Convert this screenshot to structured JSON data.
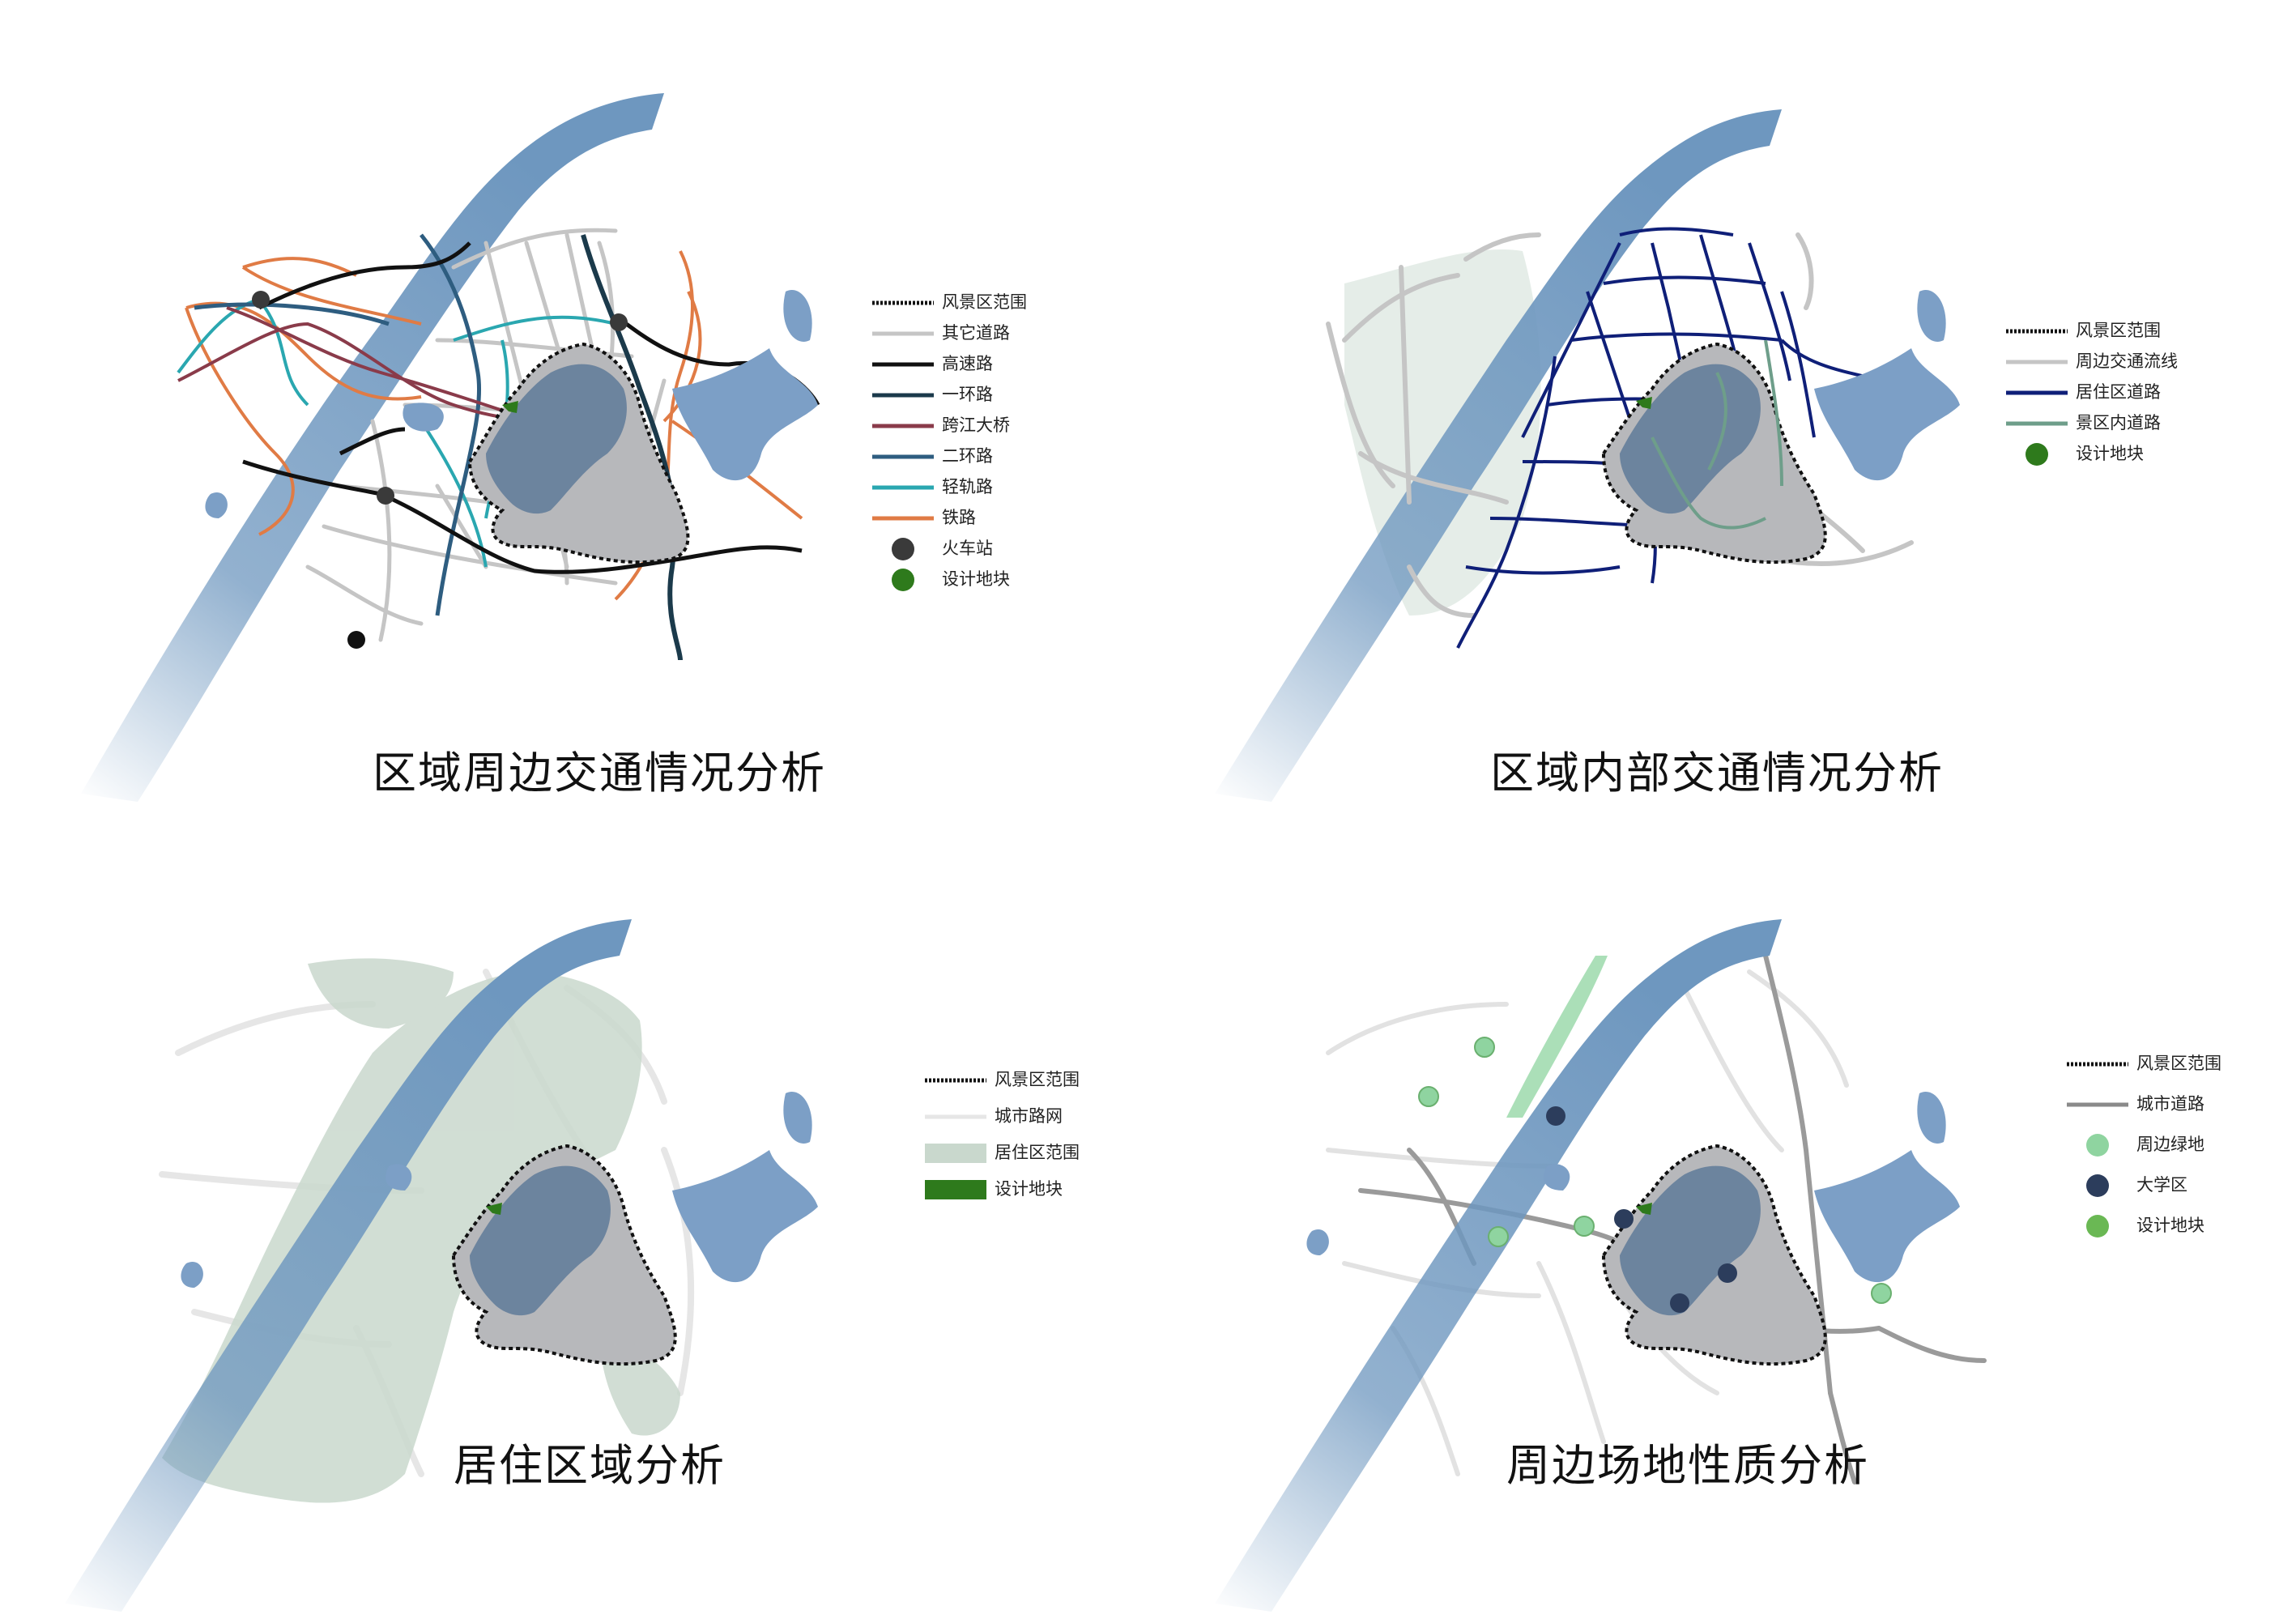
{
  "colors": {
    "river": "#6e97bf",
    "lake": "#7c9fc6",
    "scenic_zone": "#b7b8bb",
    "scenic_core": "#5f7a99",
    "design_plot": "#2e7a1c",
    "residential": "#c9d8cd",
    "road_other": "#c5c5c5",
    "highway": "#111111",
    "ring1": "#1b3a4b",
    "bridge": "#8a3b4a",
    "ring2": "#2e5d80",
    "light_rail": "#2aa7b0",
    "railway": "#e07b45",
    "station": "#3a3a3a",
    "residential_road": "#0f1f78",
    "scenic_road": "#6e9e8a",
    "green_land": "#8fd4a0",
    "university": "#2c3d5c",
    "plot_circle": "#6ab854"
  },
  "panels": [
    {
      "title": "区域周边交通情况分析",
      "legend": [
        {
          "label": "风景区范围",
          "swatch": "dotted"
        },
        {
          "label": "其它道路",
          "swatch": "line",
          "color": "#c5c5c5"
        },
        {
          "label": "高速路",
          "swatch": "line",
          "color": "#111111"
        },
        {
          "label": "一环路",
          "swatch": "line",
          "color": "#1b3a4b"
        },
        {
          "label": "跨江大桥",
          "swatch": "line",
          "color": "#8a3b4a"
        },
        {
          "label": "二环路",
          "swatch": "line",
          "color": "#2e5d80"
        },
        {
          "label": "轻轨路",
          "swatch": "line",
          "color": "#2aa7b0"
        },
        {
          "label": "铁路",
          "swatch": "line",
          "color": "#e07b45"
        },
        {
          "label": "火车站",
          "swatch": "circle",
          "color": "#3a3a3a"
        },
        {
          "label": "设计地块",
          "swatch": "circle",
          "color": "#2e7a1c"
        }
      ]
    },
    {
      "title": "区域内部交通情况分析",
      "legend": [
        {
          "label": "风景区范围",
          "swatch": "dotted"
        },
        {
          "label": "周边交通流线",
          "swatch": "line",
          "color": "#c5c5c5"
        },
        {
          "label": "居住区道路",
          "swatch": "line",
          "color": "#0f1f78"
        },
        {
          "label": "景区内道路",
          "swatch": "line",
          "color": "#6e9e8a"
        },
        {
          "label": "设计地块",
          "swatch": "circle",
          "color": "#2e7a1c"
        }
      ]
    },
    {
      "title": "居住区域分析",
      "legend": [
        {
          "label": "风景区范围",
          "swatch": "dotted"
        },
        {
          "label": "城市路网",
          "swatch": "line",
          "color": "#e6e6e6"
        },
        {
          "label": "居住区范围",
          "swatch": "rect",
          "color": "#c9d8cd"
        },
        {
          "label": "设计地块",
          "swatch": "rect",
          "color": "#2e7a1c"
        }
      ]
    },
    {
      "title": "周边场地性质分析",
      "legend": [
        {
          "label": "风景区范围",
          "swatch": "dotted"
        },
        {
          "label": "城市道路",
          "swatch": "line",
          "color": "#8a8a8a"
        },
        {
          "label": "周边绿地",
          "swatch": "circle",
          "color": "#8fd4a0"
        },
        {
          "label": "大学区",
          "swatch": "circle",
          "color": "#2c3d5c"
        },
        {
          "label": "设计地块",
          "swatch": "circle",
          "color": "#6ab854"
        }
      ]
    }
  ]
}
